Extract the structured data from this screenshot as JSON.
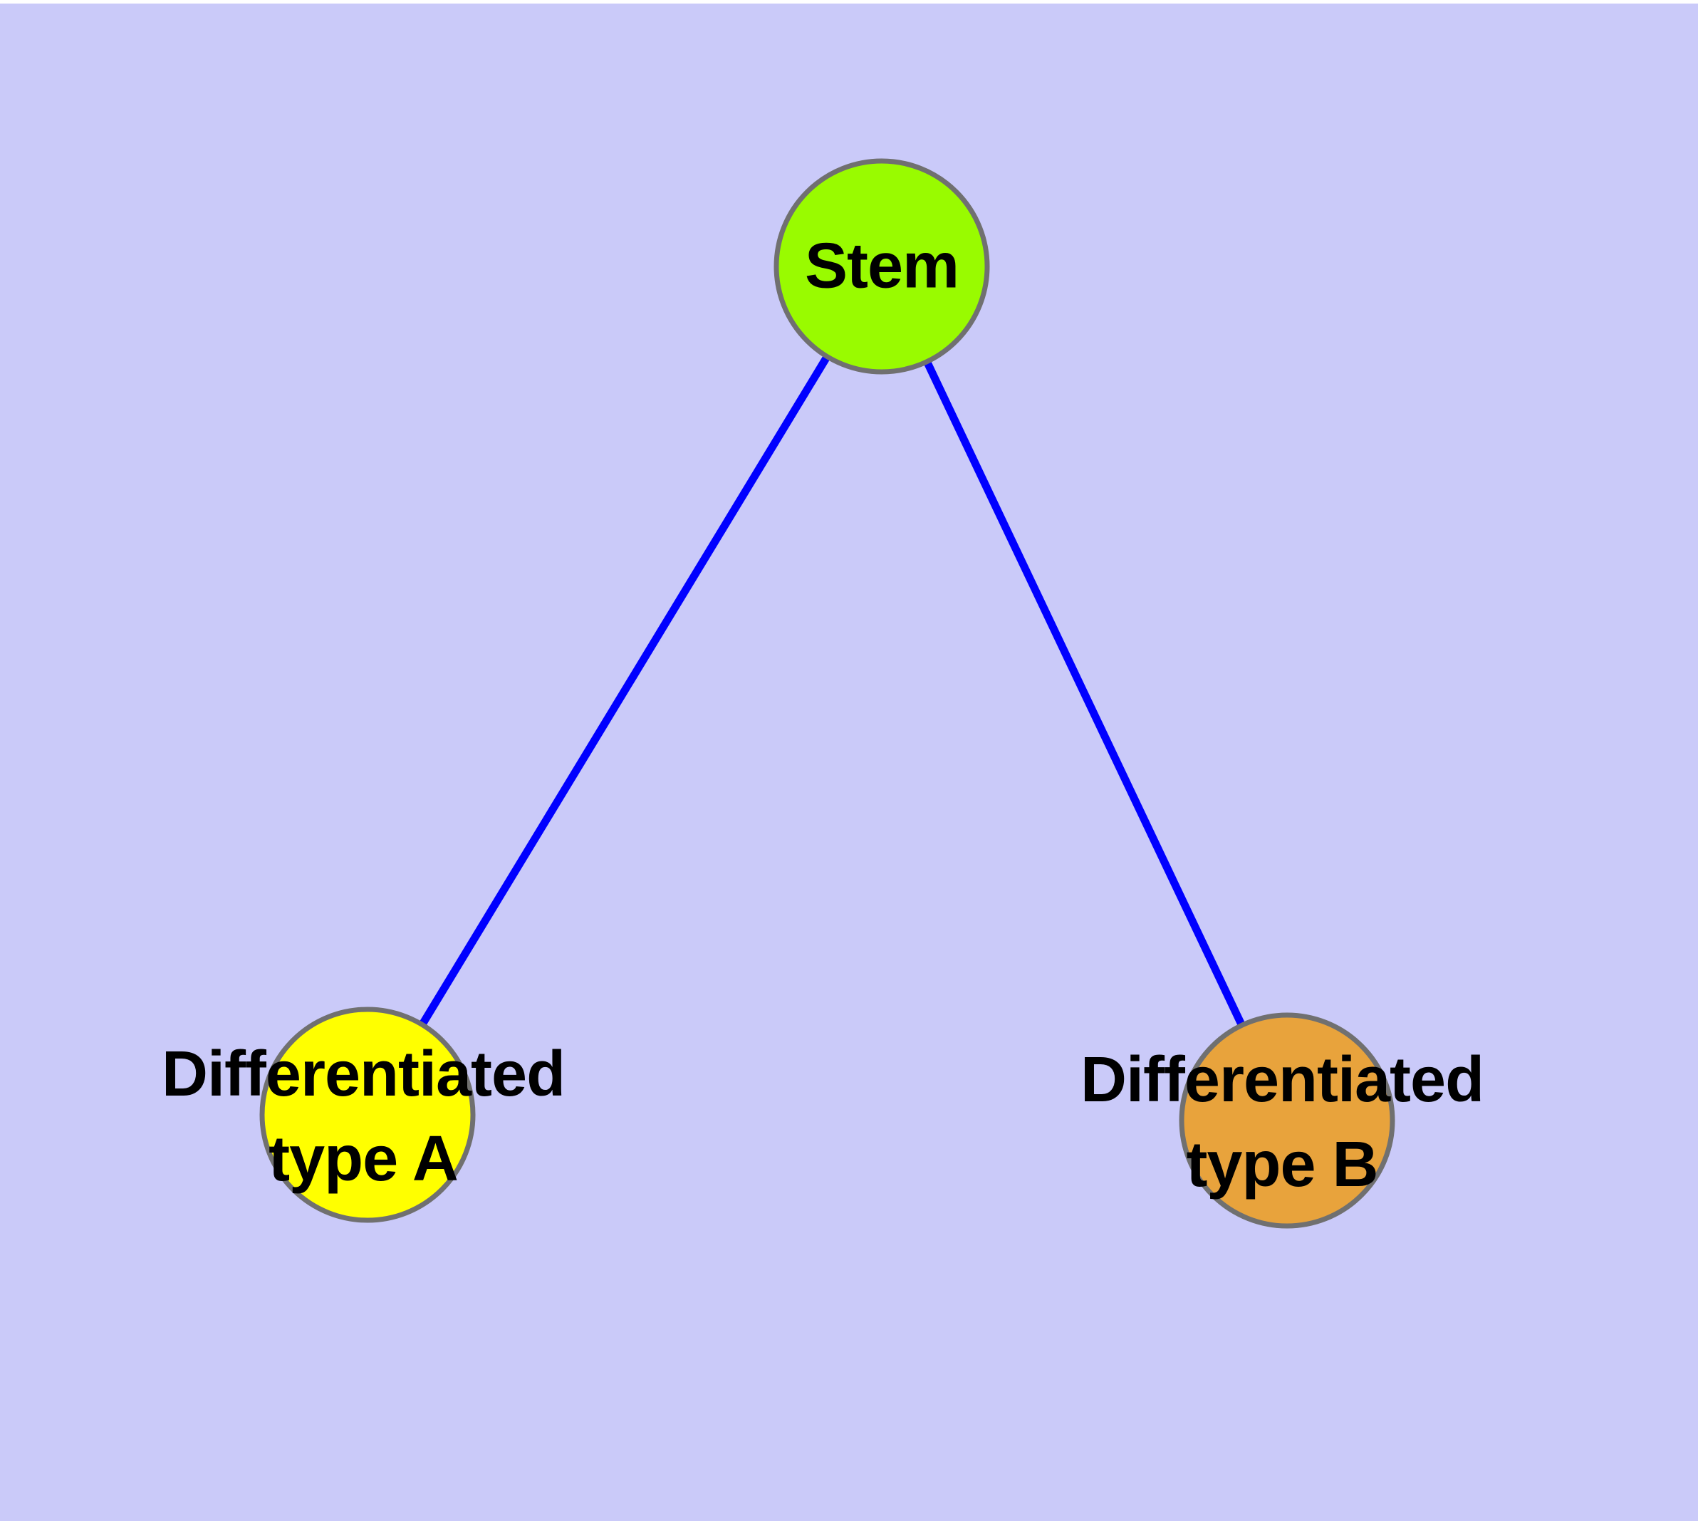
{
  "diagram": {
    "background_color": "#CACAF9",
    "margin_color": "#FFFFFF",
    "edge_color": "#0000FF",
    "node_border_color": "#707070",
    "text_color": "#000000",
    "nodes": {
      "stem": {
        "label": "Stem",
        "color": "#99FB00"
      },
      "diff_a": {
        "label_line1": "Differentiated",
        "label_line2": "type A",
        "color": "#FFFF00"
      },
      "diff_b": {
        "label_line1": "Differentiated",
        "label_line2": "type B",
        "color": "#E8A33C"
      }
    },
    "edges": [
      {
        "from": "Stem",
        "to": "Differentiated type A"
      },
      {
        "from": "Stem",
        "to": "Differentiated type B"
      }
    ]
  }
}
